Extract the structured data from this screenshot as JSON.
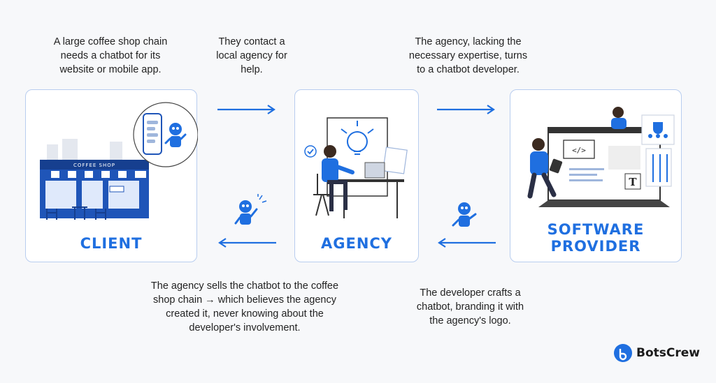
{
  "captions": {
    "top_left": "A large coffee shop chain\nneeds a chatbot for its\nwebsite or mobile app.",
    "top_middle": "They contact a\nlocal agency for\nhelp.",
    "top_right": "The agency, lacking the\nnecessary expertise, turns\nto a chatbot developer.",
    "bottom_left": "The agency sells the chatbot to the coffee\nshop chain → which believes the agency\ncreated it, never knowing about the\ndeveloper's involvement.",
    "bottom_right": "The developer crafts a\nchatbot, branding it with\nthe agency's logo."
  },
  "nodes": {
    "client": "CLIENT",
    "agency": "AGENCY",
    "provider": "SOFTWARE\nPROVIDER"
  },
  "illustration_text": {
    "shop_sign": "COFFEE SHOP",
    "type_glyph": "T",
    "code_glyph": "</>"
  },
  "brand": {
    "name": "BotsCrew"
  },
  "colors": {
    "accent": "#1f6fe0",
    "card_border": "#b8cdef",
    "background": "#f7f8fa"
  }
}
